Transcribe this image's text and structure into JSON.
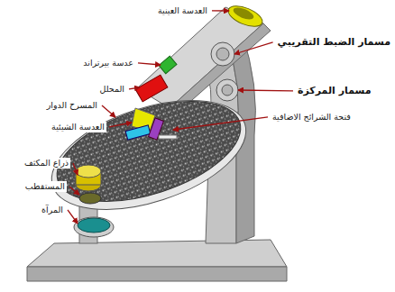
{
  "diagram": {
    "labels": [
      "العدسة العينية",
      "عدسة بيرتراند",
      "المحلل",
      "المسرح الدوار",
      "العدسة الشيئية",
      "ذراع المكثف",
      "المستقطب",
      "المرآة",
      "مسمار الضبط التقريبي",
      "مسمار المركزة",
      "فتحة الشرائح الاضافية"
    ]
  }
}
